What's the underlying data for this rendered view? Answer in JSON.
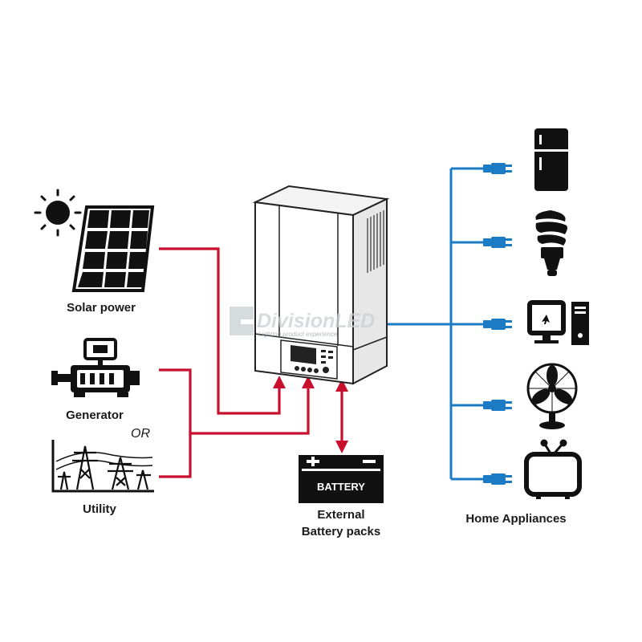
{
  "colors": {
    "ac_wiring": "#c8102e",
    "output_wiring": "#1b7bc4",
    "icon": "#111111",
    "watermark": "#c9cfd4"
  },
  "sources": {
    "solar": {
      "label": "Solar power",
      "icon": "solar-panel-icon"
    },
    "generator": {
      "label": "Generator",
      "icon": "generator-icon"
    },
    "or_text": "OR",
    "utility": {
      "label": "Utility",
      "icon": "power-tower-icon"
    }
  },
  "inverter": {
    "icon": "inverter-unit-icon"
  },
  "battery": {
    "badge": "BATTERY",
    "caption_line1": "External",
    "caption_line2": "Battery packs"
  },
  "appliances": {
    "label": "Home Appliances",
    "items": [
      {
        "icon": "refrigerator-icon"
      },
      {
        "icon": "light-bulb-icon"
      },
      {
        "icon": "desktop-computer-icon"
      },
      {
        "icon": "electric-fan-icon"
      },
      {
        "icon": "television-icon"
      }
    ]
  },
  "watermark": {
    "brand": "DivisionLED",
    "tagline": "Lighting product experience"
  }
}
